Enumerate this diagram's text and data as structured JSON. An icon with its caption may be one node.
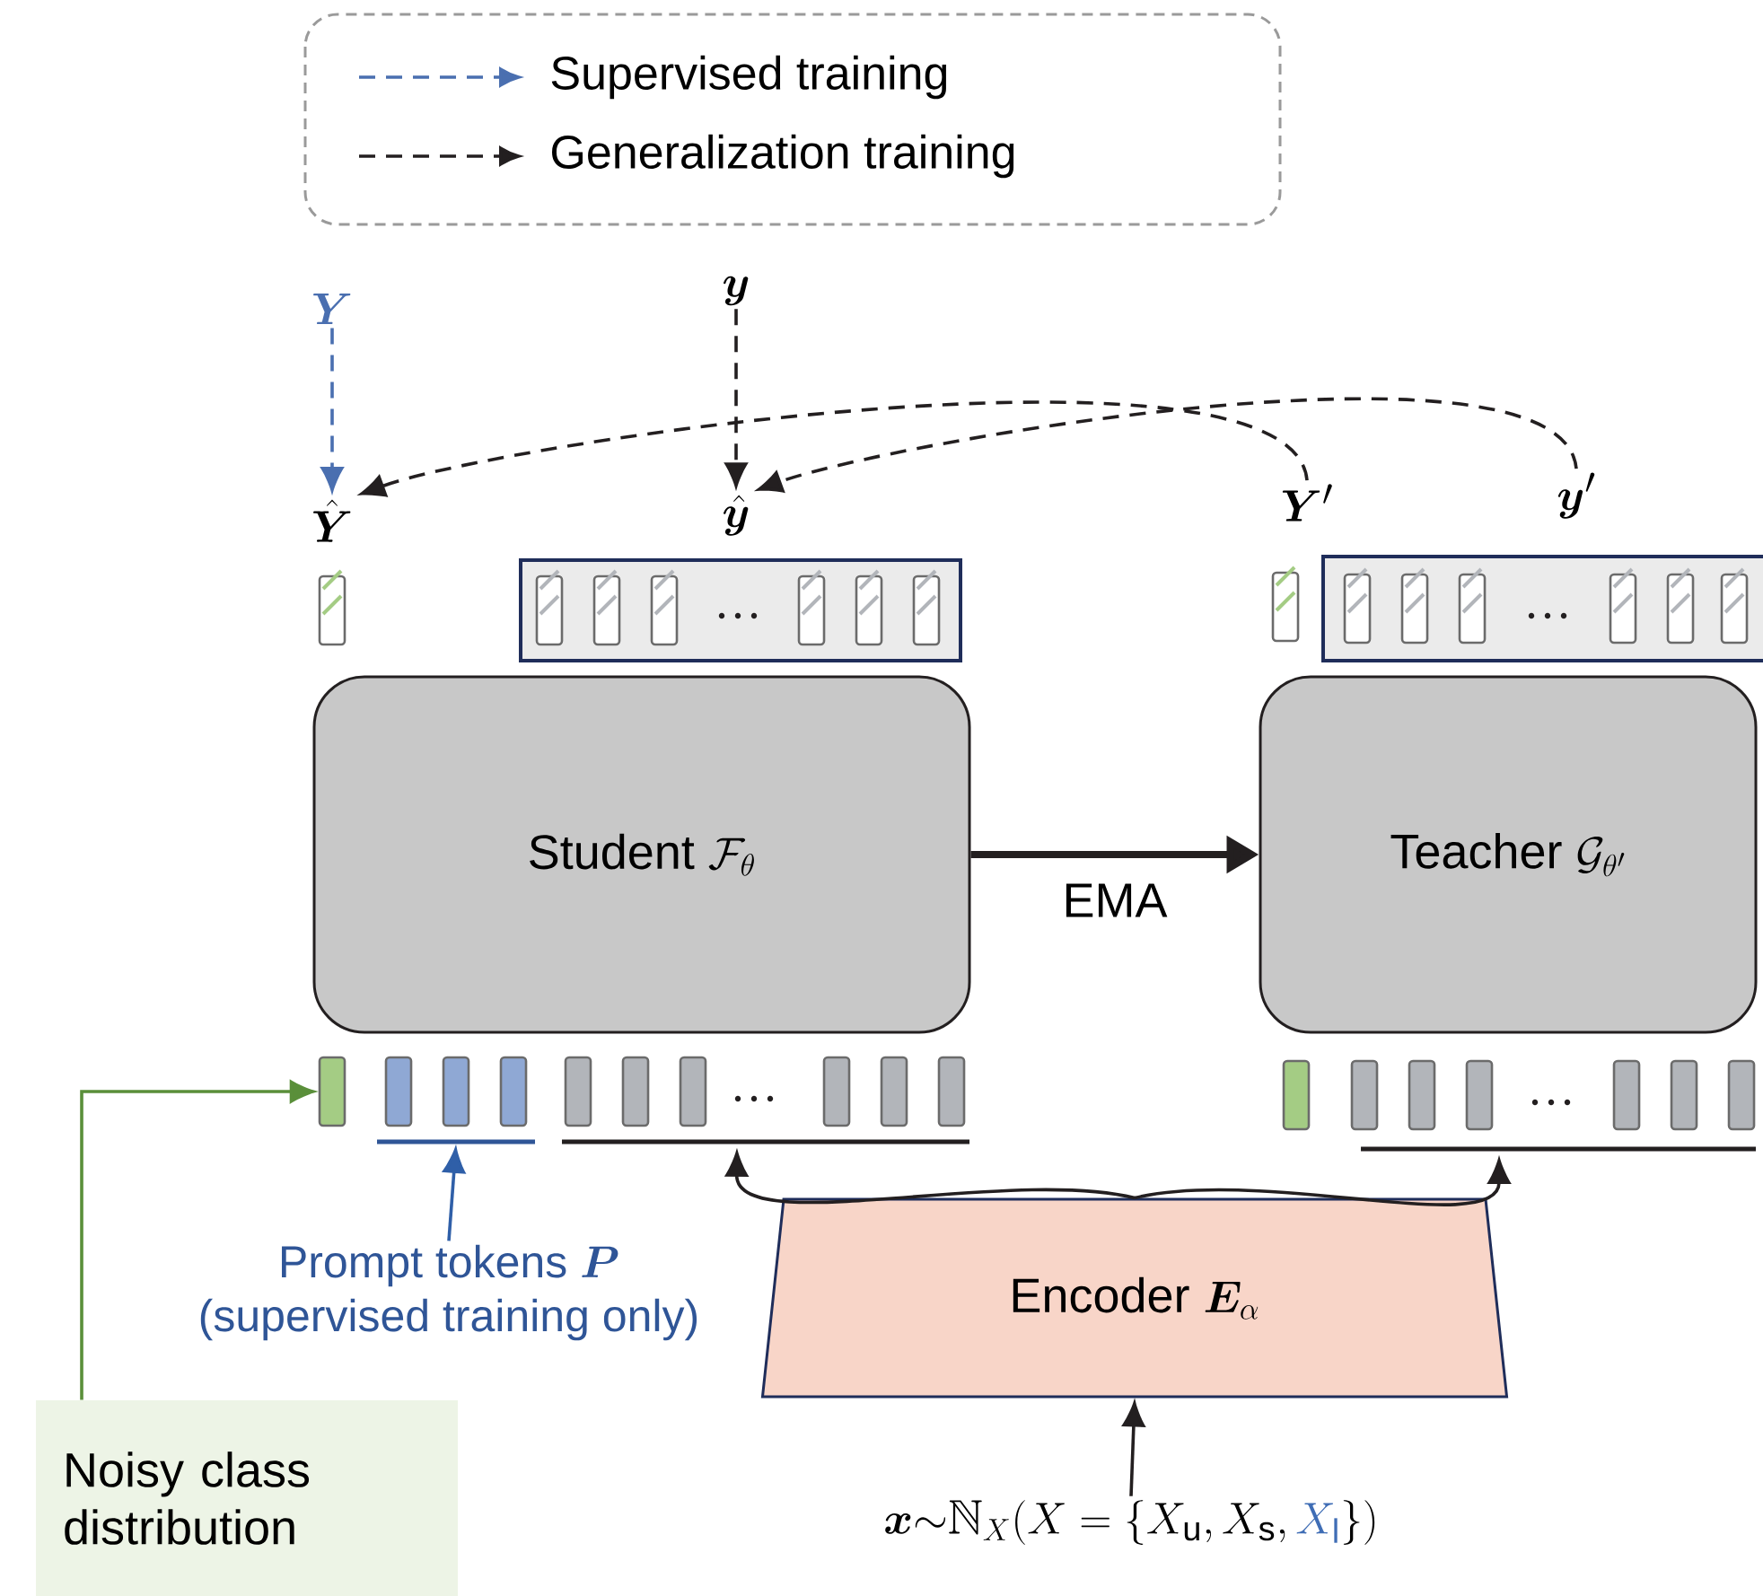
{
  "diagram": {
    "nodes": [
      {
        "text": [
          "\\boldsymbol{Y}"
        ]
      },
      {
        "text": [
          "\\boldsymbol{y}"
        ]
      },
      {
        "text": [
          "\\hat{\\boldsymbol{Y}}"
        ]
      },
      {
        "text": [
          "\\hat{\\boldsymbol{y}}"
        ]
      },
      {
        "text": [
          "\\boldsymbol{Y}'"
        ]
      },
      {
        "text": [
          "\\boldsymbol{y}'"
        ]
      },
      {
        "text": [
          "\\text{Student }\\mathcal{F}_{\\theta}"
        ]
      },
      {
        "text": [
          "\\text{Teacher }\\mathcal{G}_{\\theta'}"
        ]
      },
      {
        "text": [
          "\\text{Encoder }\\boldsymbol{E}_{\\alpha}"
        ]
      },
      {
        "text": [
          "\\boldsymbol{x}{\\sim}\\mathbb{N}_X(X=\\{X_\\mathrm{u}, X_\\mathrm{s}, \\textcolor[HTML]{3F6DB5}{X_\\mathrm{l}}\\})"
        ]
      },
      {
        "text": [
          "Noisy class distribution"
        ]
      },
      {
        "text": [
          "\\text{Prompt tokens }\\boldsymbol{P}",
          "(supervised training only)"
        ]
      },
      {
        "text": [],
        "shape": "box"
      },
      {
        "text": [],
        "shape": "bar"
      },
      {
        "text": [],
        "shape": "bar"
      },
      {
        "text": [],
        "shape": "bar"
      }
    ],
    "edges": [
      {
        "from": 0,
        "to": 2,
        "arrow": "to",
        "style": "dashed",
        "color": "#4a6fb0"
      },
      {
        "from": 1,
        "to": 3,
        "arrow": "to",
        "style": "dashed"
      },
      {
        "from": 4,
        "to": 2,
        "arrow": "to",
        "style": "dashed"
      },
      {
        "from": 5,
        "to": 3,
        "arrow": "to",
        "style": "dashed"
      },
      {
        "from": 6,
        "to": 7,
        "arrow": "to",
        "style": "thick",
        "label": "EMA"
      },
      {
        "from": 8,
        "to": 14,
        "arrow": "to"
      },
      {
        "from": 8,
        "to": 15,
        "arrow": "to"
      },
      {
        "from": 9,
        "to": 8,
        "arrow": "to"
      },
      {
        "from": 10,
        "to": 12,
        "arrow": "to",
        "color": "#5a8f3a"
      },
      {
        "from": 11,
        "to": 13,
        "arrow": "to",
        "color": "#2f5fa8"
      }
    ],
    "legend": [
      {
        "text": "Supervised training"
      },
      {
        "text": "Generalization training"
      }
    ]
  }
}
